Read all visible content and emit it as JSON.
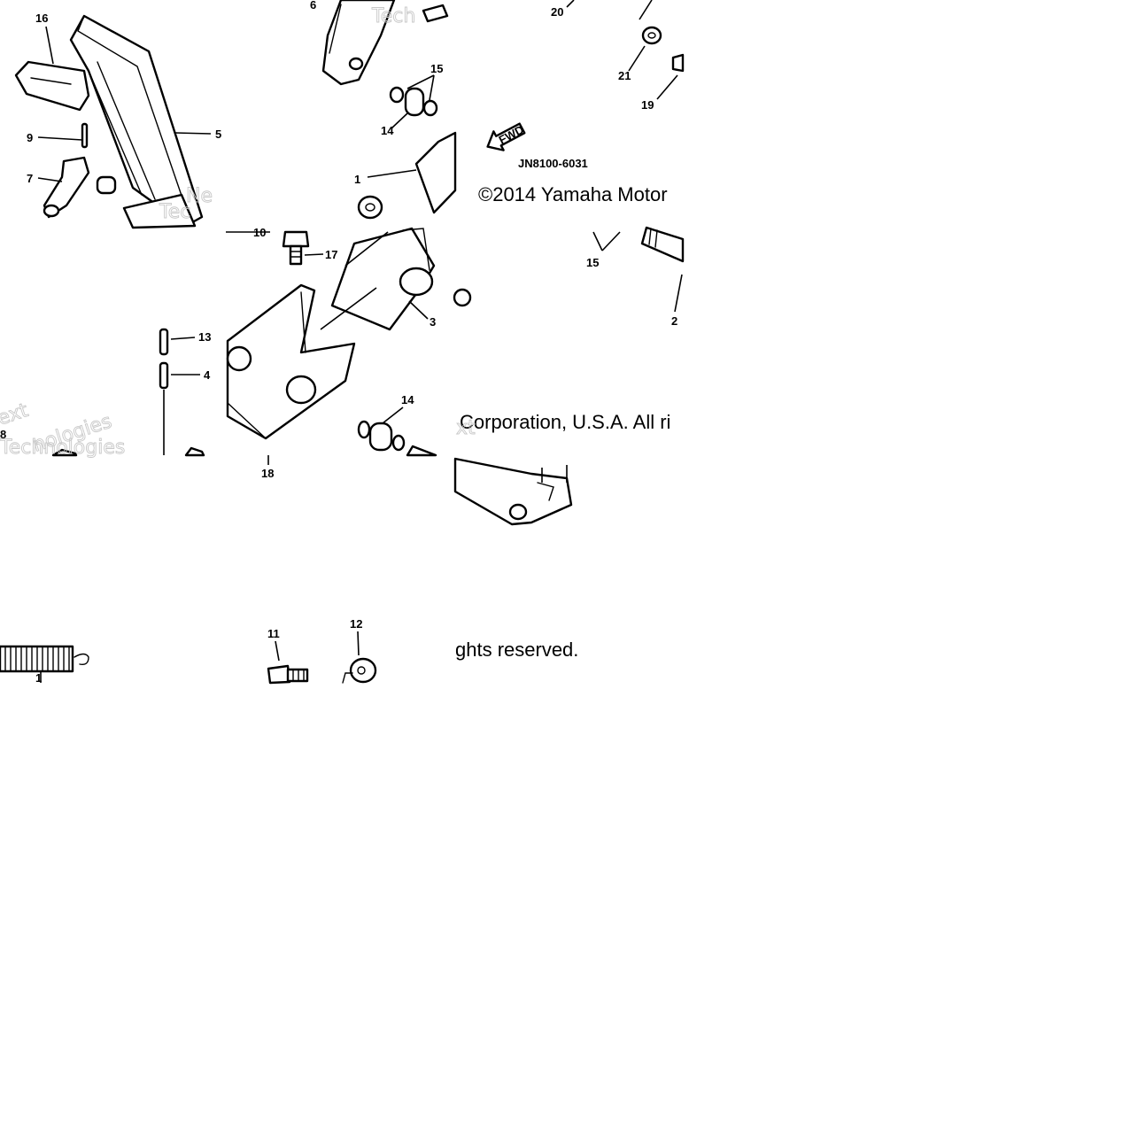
{
  "diagram": {
    "diagram_code": "JN8100-6031",
    "fwd_arrow_text": "FWD",
    "copyright_parts": [
      "©2014 Yamaha Motor",
      "Corporation, U.S.A. All ri",
      "ghts reserved."
    ],
    "watermark_fragments": [
      "Tech",
      "Ne",
      "Tec",
      "ext",
      "nologies",
      "Technologies",
      "xt"
    ],
    "callouts": [
      "16",
      "6",
      "15",
      "20",
      "21",
      "19",
      "5",
      "14",
      "9",
      "7",
      "1",
      "17",
      "15",
      "2",
      "3",
      "13",
      "4",
      "14",
      "8",
      "18",
      "11",
      "12",
      "1",
      "10"
    ]
  }
}
